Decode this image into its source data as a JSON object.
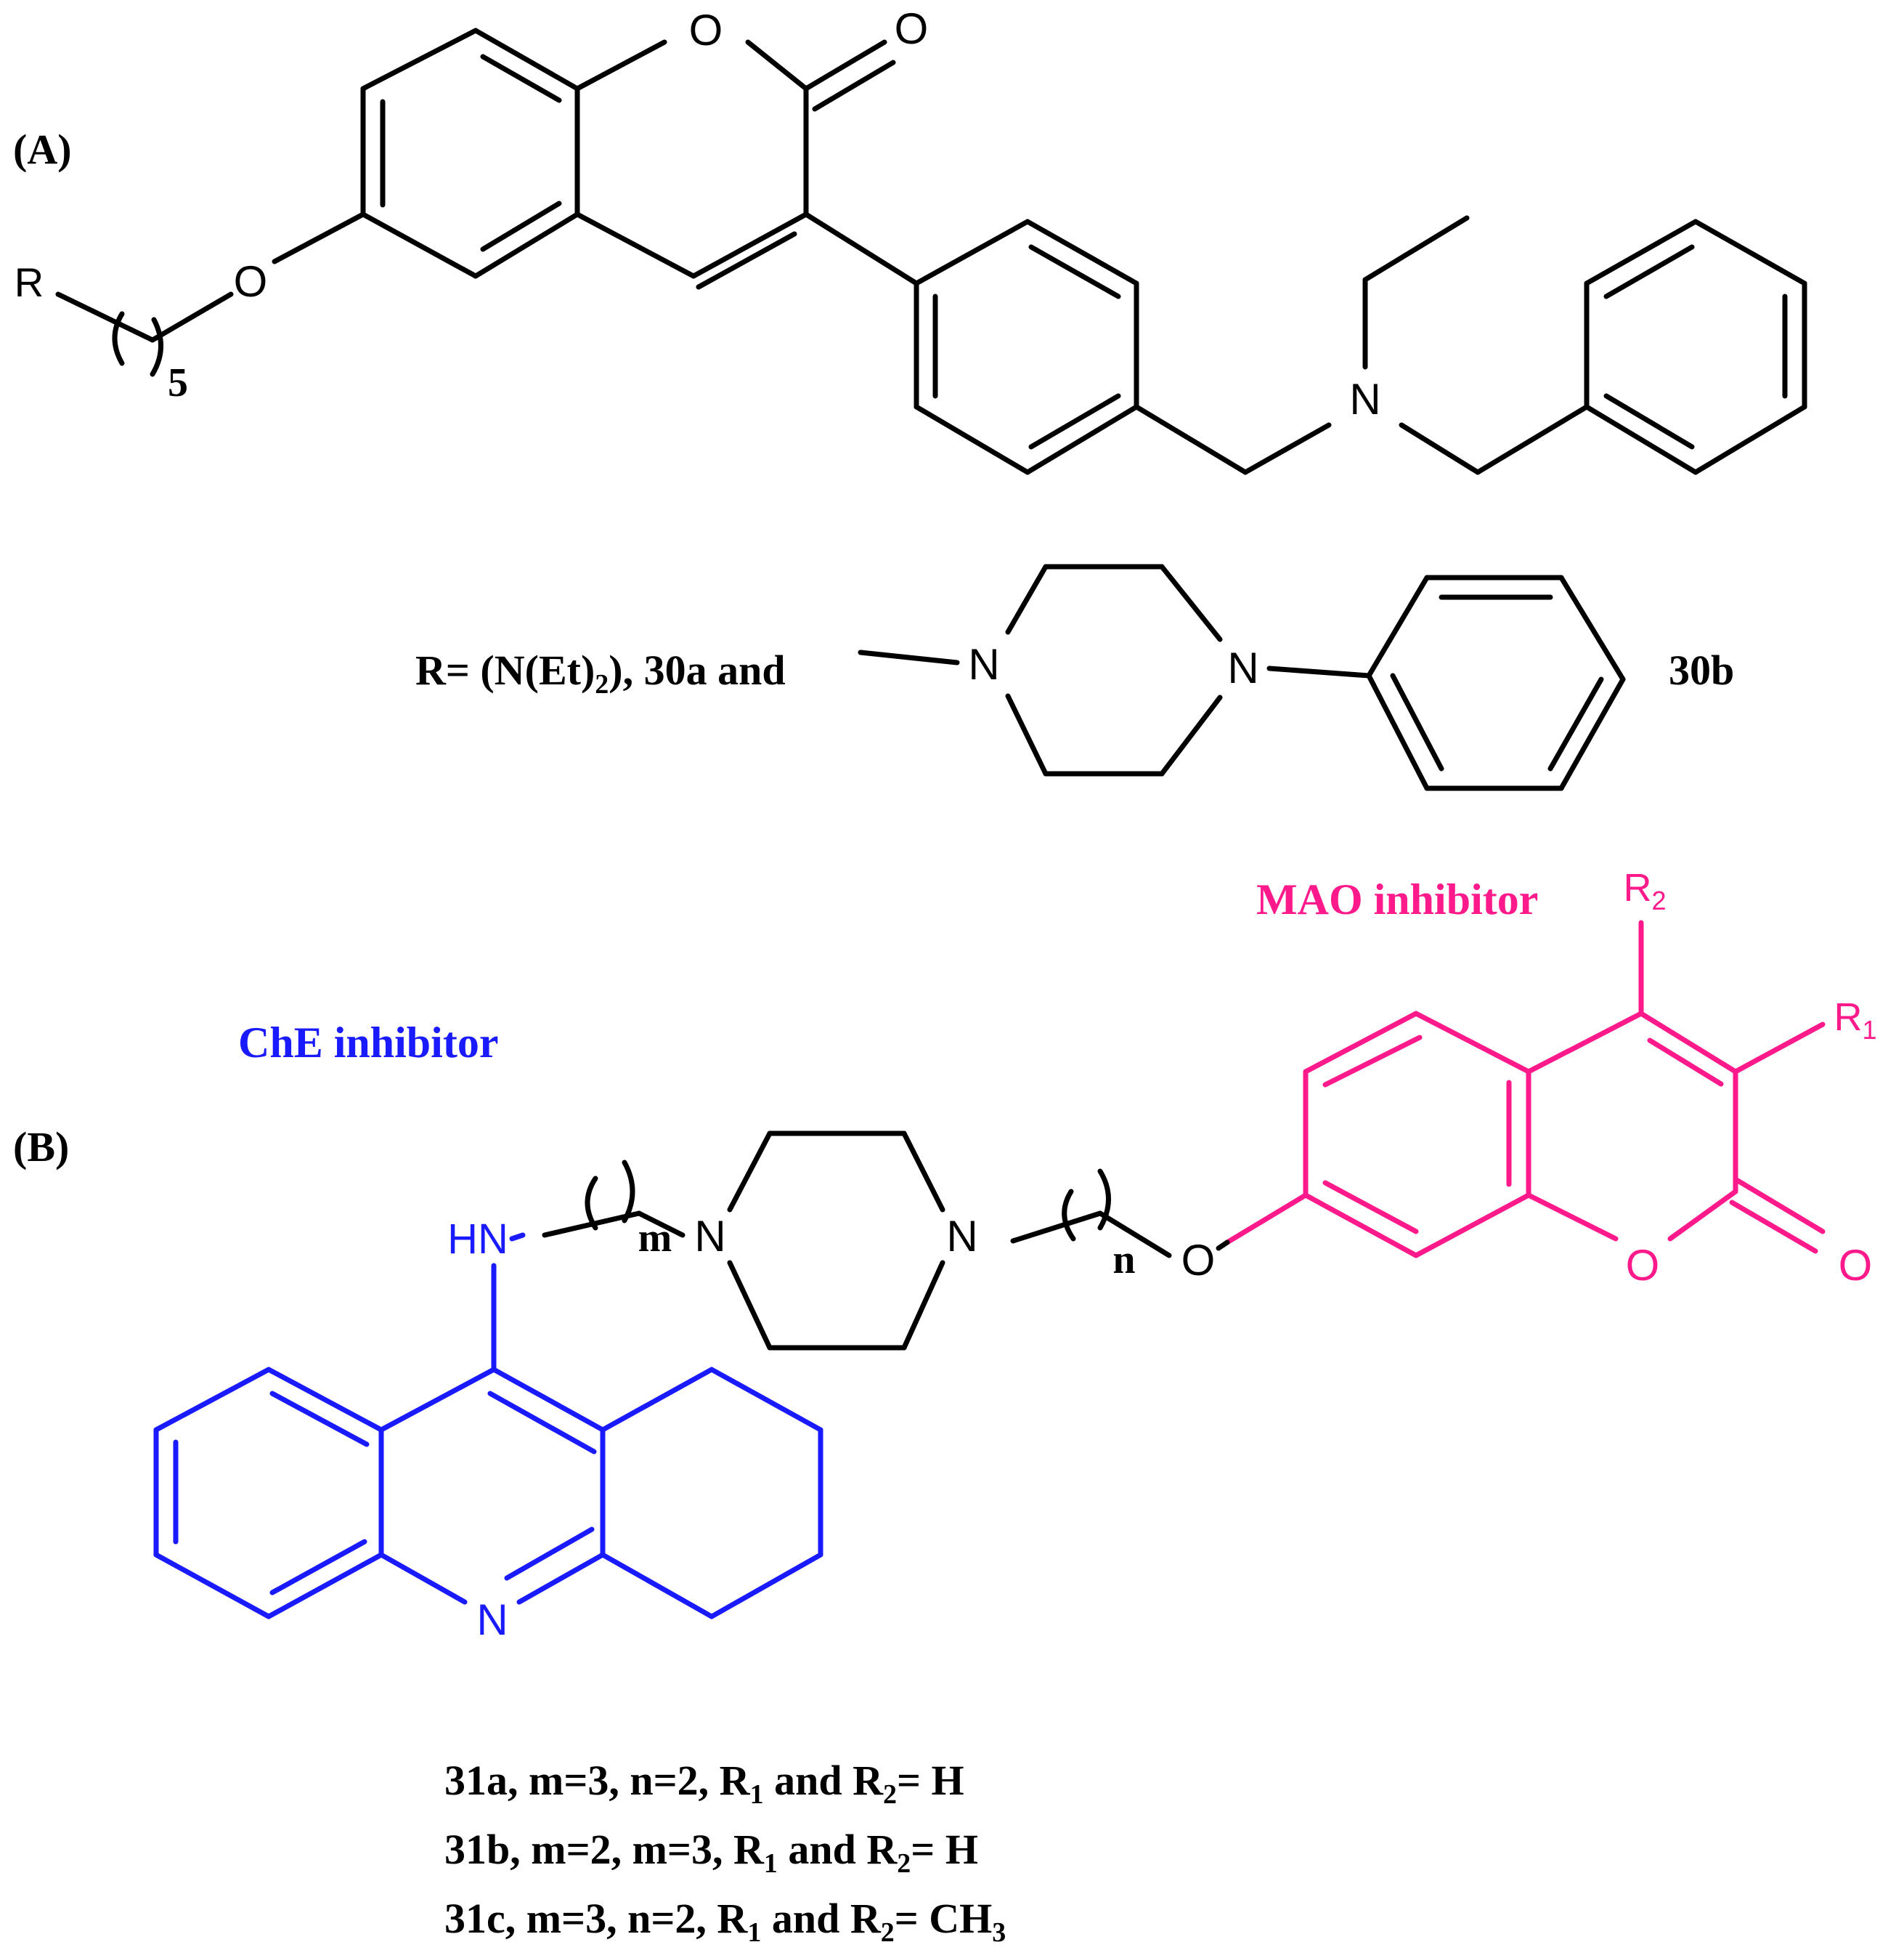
{
  "panel_a": {
    "label": "(A)",
    "atom_r": "R",
    "subscript_5": "5",
    "atom_o_ether": "O",
    "atom_o_ring": "O",
    "atom_o_carbonyl": "O",
    "atom_n_amine": "N",
    "substituent_text": "R= (N(Et)",
    "substituent_sub": "2",
    "substituent_tail": "), 30a and",
    "piperazine_n1": "N",
    "piperazine_n2": "N",
    "compound_30b": "30b"
  },
  "panel_b": {
    "label": "(B)",
    "che_label": "ChE inhibitor",
    "mao_label": "MAO inhibitor",
    "atom_hn": "HN",
    "atom_n_acridine": "N",
    "atom_n_pip1": "N",
    "atom_n_pip2": "N",
    "atom_o_ether": "O",
    "atom_o_ring": "O",
    "atom_o_carbonyl": "O",
    "subscript_m": "m",
    "subscript_n": "n",
    "r1": "R",
    "r1_sub": "1",
    "r2": "R",
    "r2_sub": "2",
    "compounds": [
      {
        "prefix": "31a, m=3, n=2, R",
        "sub1": "1",
        "mid": " and R",
        "sub2": "2",
        "suffix": "= H",
        "sub3": ""
      },
      {
        "prefix": "31b, m=2, m=3, R",
        "sub1": "1",
        "mid": " and R",
        "sub2": "2",
        "suffix": "= H",
        "sub3": ""
      },
      {
        "prefix": "31c, m=3, n=2, R",
        "sub1": "1",
        "mid": " and R",
        "sub2": "2",
        "suffix": "= CH",
        "sub3": "3"
      }
    ]
  },
  "colors": {
    "bond_black": "#000000",
    "che_blue": "#1a1aff",
    "mao_pink": "#ff1a8c"
  }
}
